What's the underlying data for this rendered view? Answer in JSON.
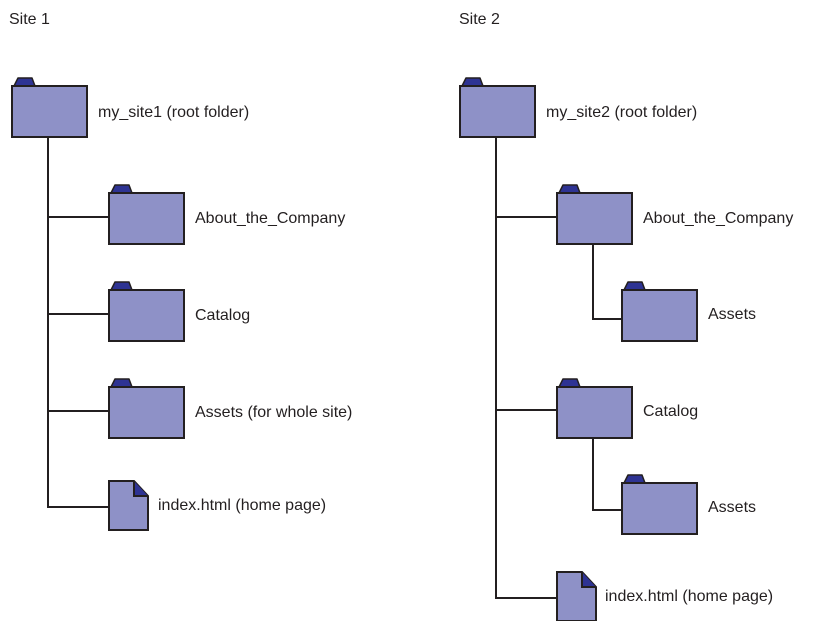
{
  "colors": {
    "folder_body": "#8e91c7",
    "folder_tab": "#2e3393",
    "file_body": "#8e91c7",
    "outline": "#231f20",
    "text": "#231f20"
  },
  "site1": {
    "title": "Site 1",
    "root": {
      "label": "my_site1 (root folder)",
      "icon": "folder-icon"
    },
    "children": [
      {
        "label": "About_the_Company",
        "icon": "folder-icon"
      },
      {
        "label": "Catalog",
        "icon": "folder-icon"
      },
      {
        "label": "Assets (for whole site)",
        "icon": "folder-icon"
      },
      {
        "label": "index.html (home page)",
        "icon": "file-icon"
      }
    ]
  },
  "site2": {
    "title": "Site 2",
    "root": {
      "label": "my_site2 (root folder)",
      "icon": "folder-icon"
    },
    "children": [
      {
        "label": "About_the_Company",
        "icon": "folder-icon",
        "children": [
          {
            "label": "Assets",
            "icon": "folder-icon"
          }
        ]
      },
      {
        "label": "Catalog",
        "icon": "folder-icon",
        "children": [
          {
            "label": "Assets",
            "icon": "folder-icon"
          }
        ]
      },
      {
        "label": "index.html (home page)",
        "icon": "file-icon"
      }
    ]
  }
}
